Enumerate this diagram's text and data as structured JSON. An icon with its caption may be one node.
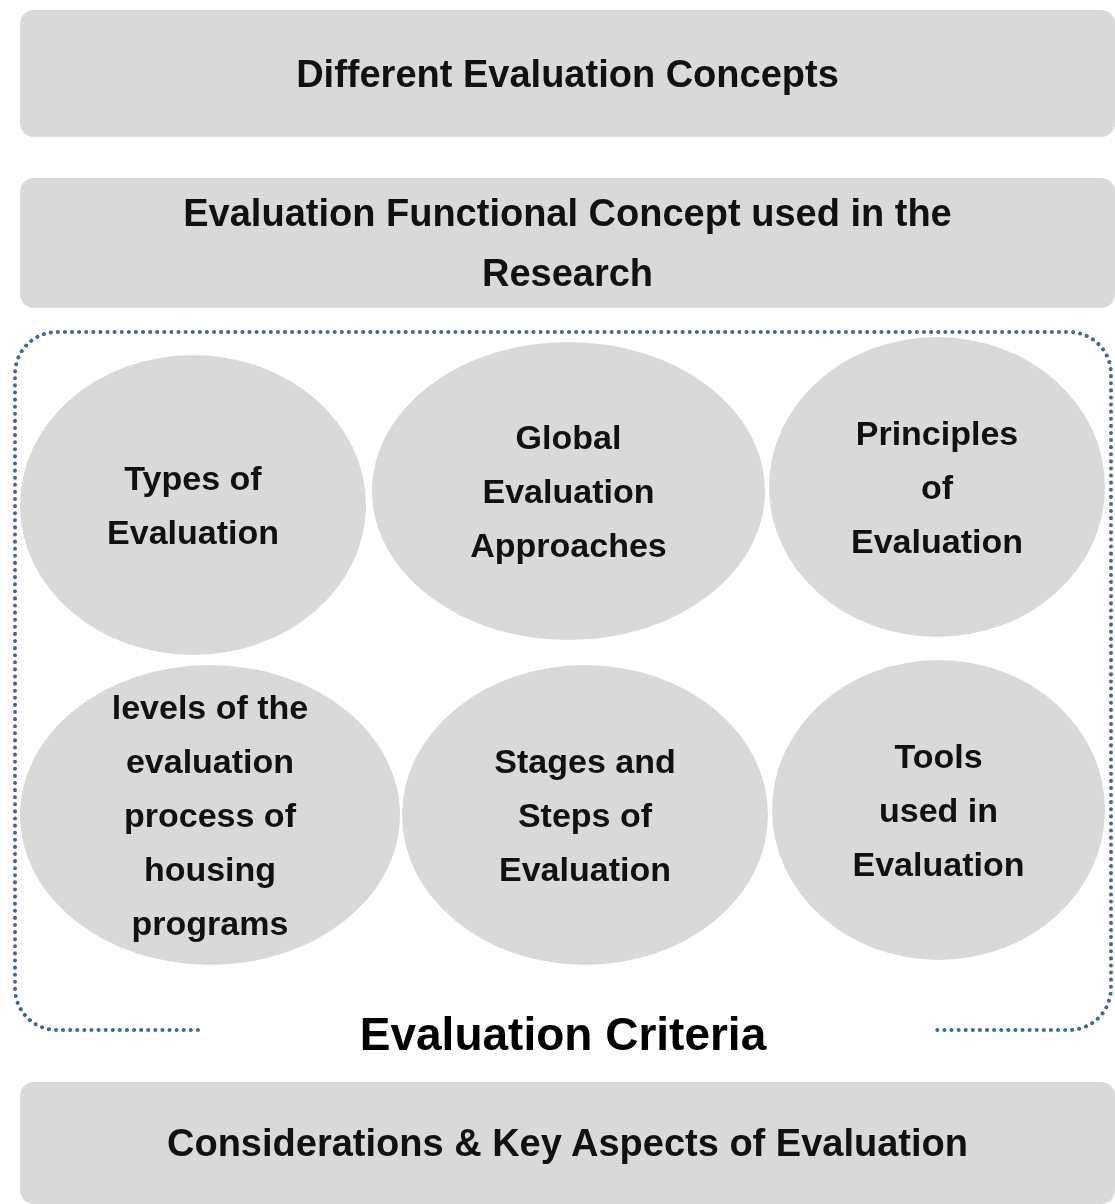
{
  "diagram": {
    "nodes": [
      {
        "text": [
          "Different Evaluation Concepts"
        ]
      },
      {
        "text": [
          "Evaluation Functional Concept used in the Research"
        ]
      },
      {
        "text": [
          "Evaluation Criteria"
        ]
      },
      {
        "text": [
          "Types of Evaluation"
        ],
        "in": 2
      },
      {
        "text": [
          "Global Evaluation Approaches"
        ],
        "in": 2
      },
      {
        "text": [
          "Principles of Evaluation"
        ],
        "in": 2
      },
      {
        "text": [
          "levels of the evaluation process of housing programs"
        ],
        "in": 2
      },
      {
        "text": [
          "Stages and Steps of Evaluation"
        ],
        "in": 2
      },
      {
        "text": [
          "Tools used in Evaluation"
        ],
        "in": 2
      },
      {
        "text": [
          "Considerations & Key Aspects of Evaluation"
        ]
      }
    ]
  }
}
